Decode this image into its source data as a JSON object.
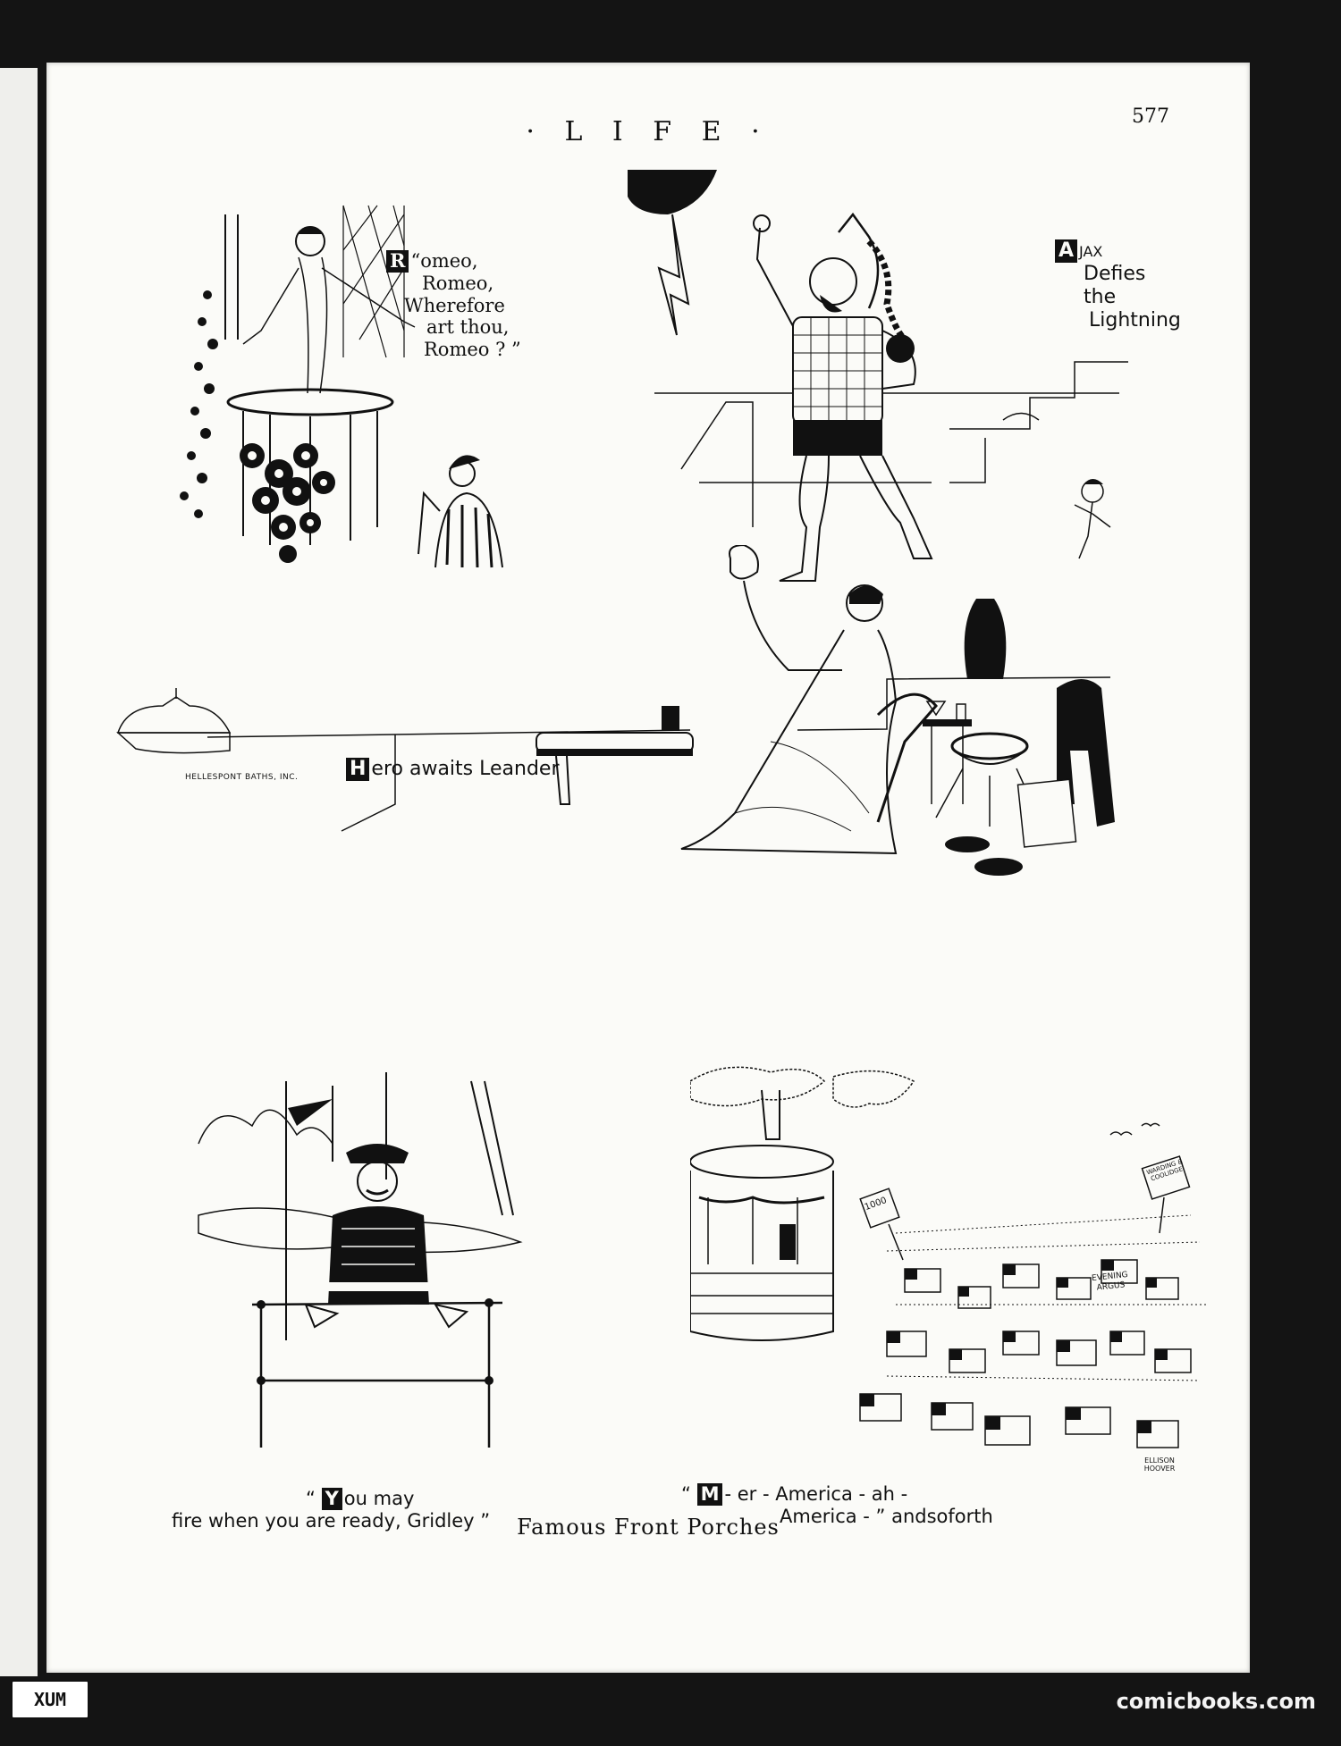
{
  "page": {
    "masthead": "· L I F E ·",
    "page_number": "577",
    "footer_title": "Famous Front Porches"
  },
  "panels": {
    "romeo": {
      "caption_initial": "R",
      "caption_lines": [
        "“omeo,",
        "Romeo,",
        "Wherefore",
        "art thou,",
        "Romeo ? ”"
      ]
    },
    "ajax": {
      "caption_initial": "A",
      "caption_lines": [
        "JAX",
        "Defies",
        "the",
        "Lightning"
      ]
    },
    "hero": {
      "caption_initial": "H",
      "caption_text": "ero  awaits Leander",
      "sign_text": "HELLESPONT BATHS, INC.",
      "newspaper_text": "EVENING ARGUS"
    },
    "gridley": {
      "caption_initial": "Y",
      "caption_line1": "ou may",
      "caption_line2": "fire when you are ready, Gridley ”"
    },
    "america": {
      "caption_initial": "M",
      "caption_line1": "- er - America - ah -",
      "caption_line2": "America - ” andsoforth",
      "sign_left": "1000",
      "sign_right": "WARDING & COOLIDGE",
      "signature": "ELLISON HOOVER"
    }
  },
  "overlays": {
    "badge": "XUM",
    "watermark": "comicbooks.com"
  }
}
